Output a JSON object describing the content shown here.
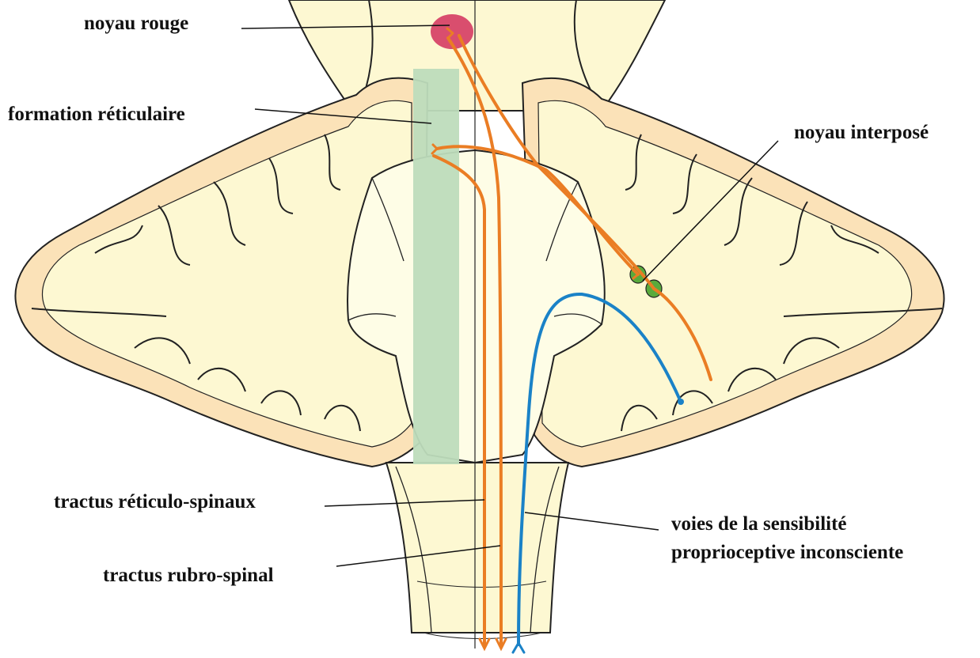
{
  "labels": {
    "red_nucleus": "noyau rouge",
    "reticular_formation": "formation réticulaire",
    "interposed_nucleus": "noyau interposé",
    "reticulospinal": "tractus réticulo-spinaux",
    "rubrospinal": "tractus rubro-spinal",
    "proprio_line1": "voies de la sensibilité",
    "proprio_line2": "proprioceptive inconsciente"
  },
  "colors": {
    "tissue_fill": "#fdf8d2",
    "cortex_fill": "#fbe2b8",
    "outline": "#222222",
    "reticular": "#bedcbc",
    "red_nucleus": "#d94e6e",
    "interposed": "#5aaa3c",
    "motor_pathway": "#ea7d24",
    "sensory_pathway": "#1a82c7"
  }
}
